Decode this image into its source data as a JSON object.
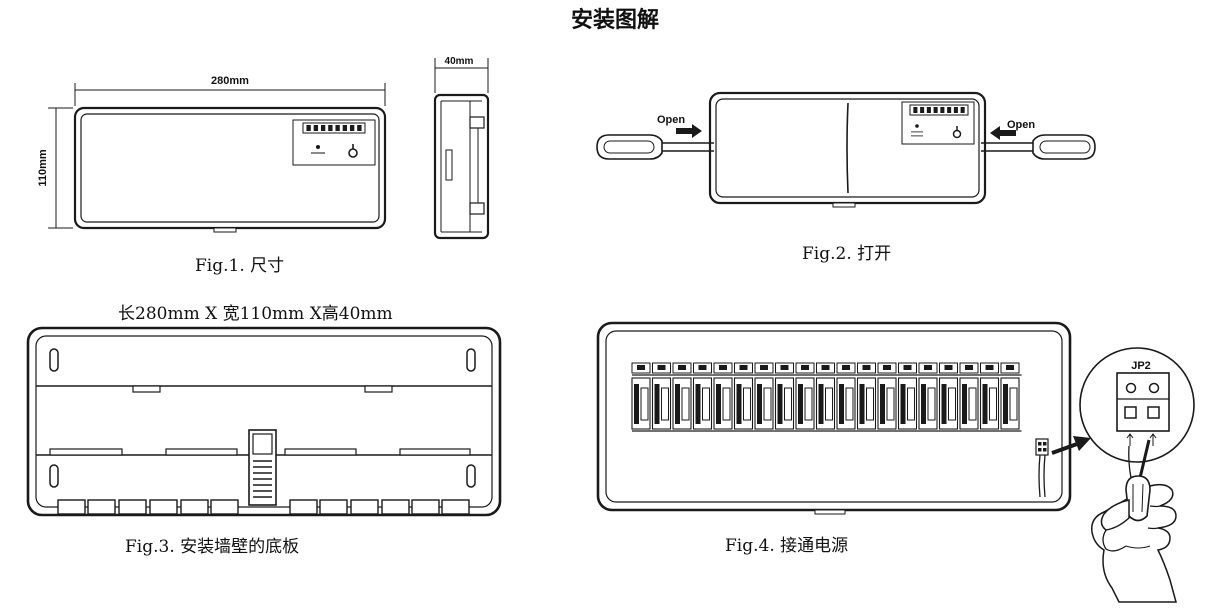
{
  "title": "安装图解",
  "fig1": {
    "caption": "Fig.1. 尺寸",
    "width_label": "280mm",
    "height_label": "110mm",
    "depth_label": "40mm",
    "dimensions_text": "长280mm X 宽110mm X高40mm"
  },
  "fig2": {
    "caption": "Fig.2. 打开",
    "open_left_label": "Open",
    "open_right_label": "Open"
  },
  "fig3": {
    "caption": "Fig.3. 安装墙壁的底板"
  },
  "fig4": {
    "caption": "Fig.4. 接通电源",
    "jumper_label": "JP2"
  },
  "icons": {
    "arrow": "arrow-icon",
    "power": "power-icon",
    "led": "led-icon",
    "screwdriver": "screwdriver-icon",
    "hand": "hand-icon",
    "magnifier": "magnifier-icon"
  },
  "colors": {
    "line": "#1a1a1a",
    "background": "#ffffff"
  }
}
